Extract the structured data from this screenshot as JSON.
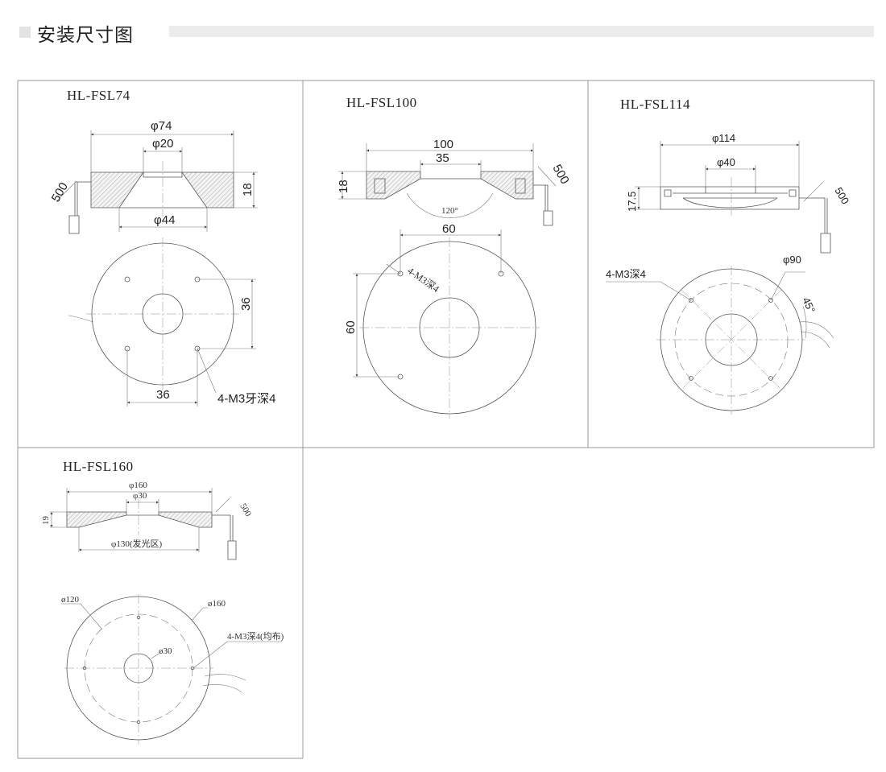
{
  "header": {
    "title": "安装尺寸图"
  },
  "panels": [
    {
      "model": "HL-FSL74",
      "dims": {
        "outer": "φ74",
        "inner": "φ20",
        "height": "18",
        "bottom": "φ44",
        "cable": "500",
        "hole_v": "36",
        "hole_h": "36",
        "holes": "4-M3牙深4"
      }
    },
    {
      "model": "HL-FSL100",
      "dims": {
        "outer": "100",
        "inner": "35",
        "height": "18",
        "cable": "500",
        "angle": "120°",
        "hole_h": "60",
        "hole_v": "60",
        "holes": "4-M3深4"
      }
    },
    {
      "model": "HL-FSL114",
      "dims": {
        "outer": "φ114",
        "inner": "φ40",
        "height": "17.5",
        "cable": "500",
        "pcd": "φ90",
        "holes": "4-M3深4",
        "angle": "45°"
      }
    },
    {
      "model": "HL-FSL160",
      "dims": {
        "outer": "φ160",
        "inner": "φ30",
        "height": "19",
        "emit": "φ130(发光区)",
        "cable": "500",
        "pcd": "ø120",
        "outer2": "ø160",
        "holes": "4-M3深4(均布)",
        "hole": "ø30"
      }
    }
  ]
}
